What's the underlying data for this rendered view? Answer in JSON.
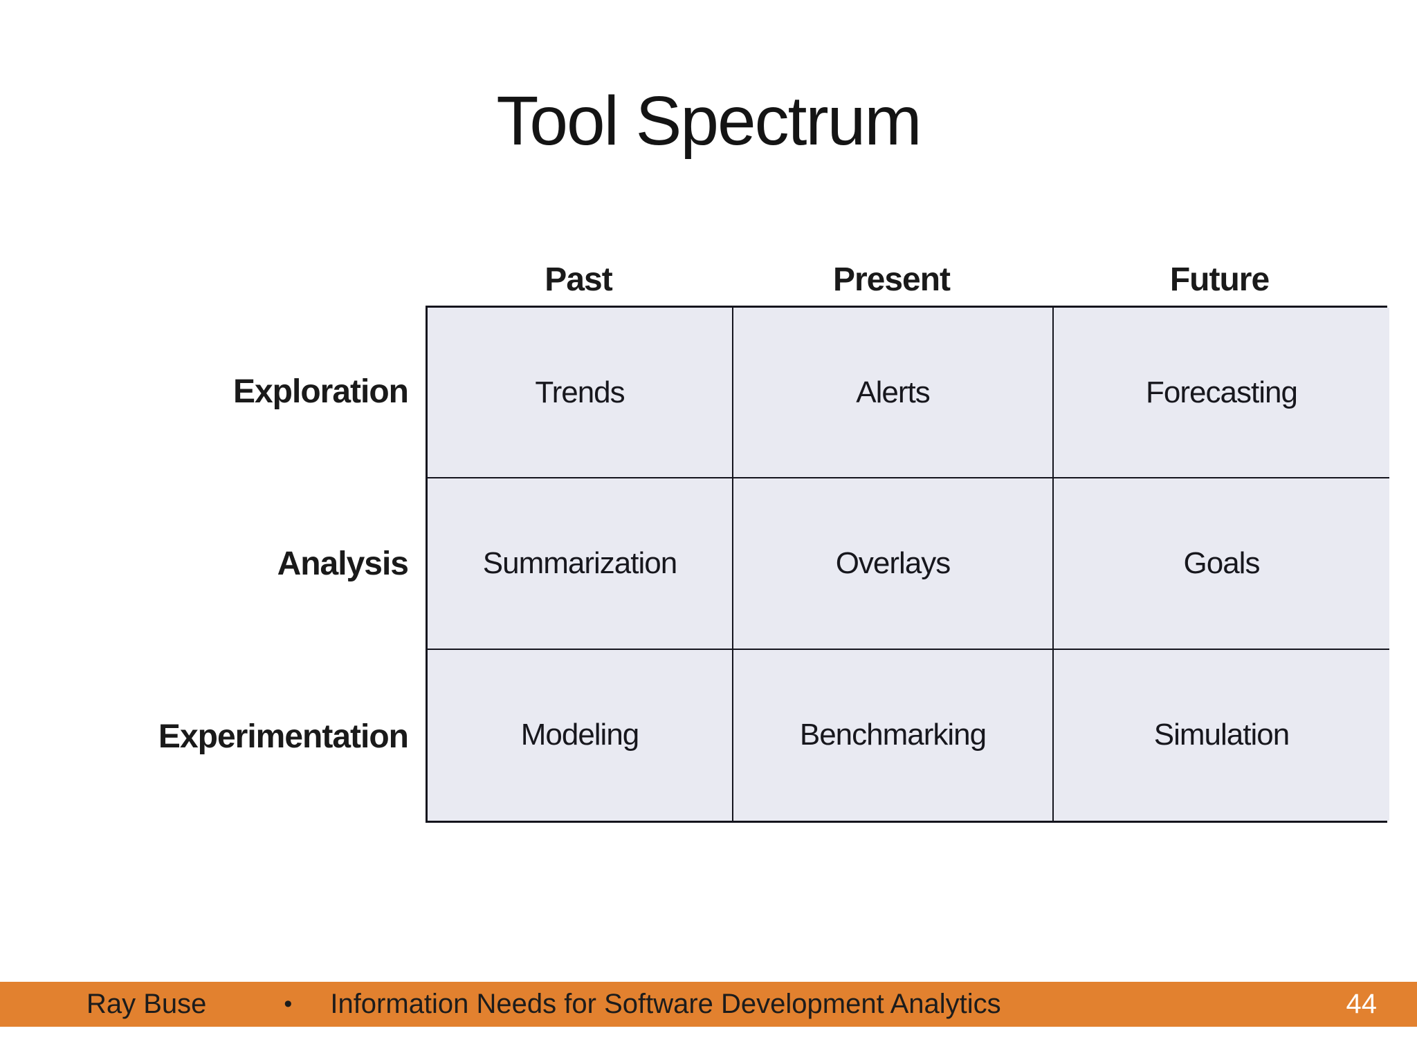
{
  "slide": {
    "title": "Tool Spectrum",
    "matrix": {
      "column_headers": [
        "Past",
        "Present",
        "Future"
      ],
      "rows": [
        {
          "label": "Exploration",
          "cells": [
            "Trends",
            "Alerts",
            "Forecasting"
          ]
        },
        {
          "label": "Analysis",
          "cells": [
            "Summarization",
            "Overlays",
            "Goals"
          ]
        },
        {
          "label": "Experimentation",
          "cells": [
            "Modeling",
            "Benchmarking",
            "Simulation"
          ]
        }
      ]
    },
    "footer": {
      "author": "Ray Buse",
      "separator": "•",
      "deck_title": "Information Needs for Software Development Analytics",
      "page_number": "44"
    },
    "colors": {
      "footer_bg": "#E2812F",
      "cell_bg": "#E9EAF2",
      "table_border": "#14141D",
      "title_text": "#141414",
      "footer_text": "#1C1C1C",
      "page_number_text": "#FFFFFF"
    }
  }
}
